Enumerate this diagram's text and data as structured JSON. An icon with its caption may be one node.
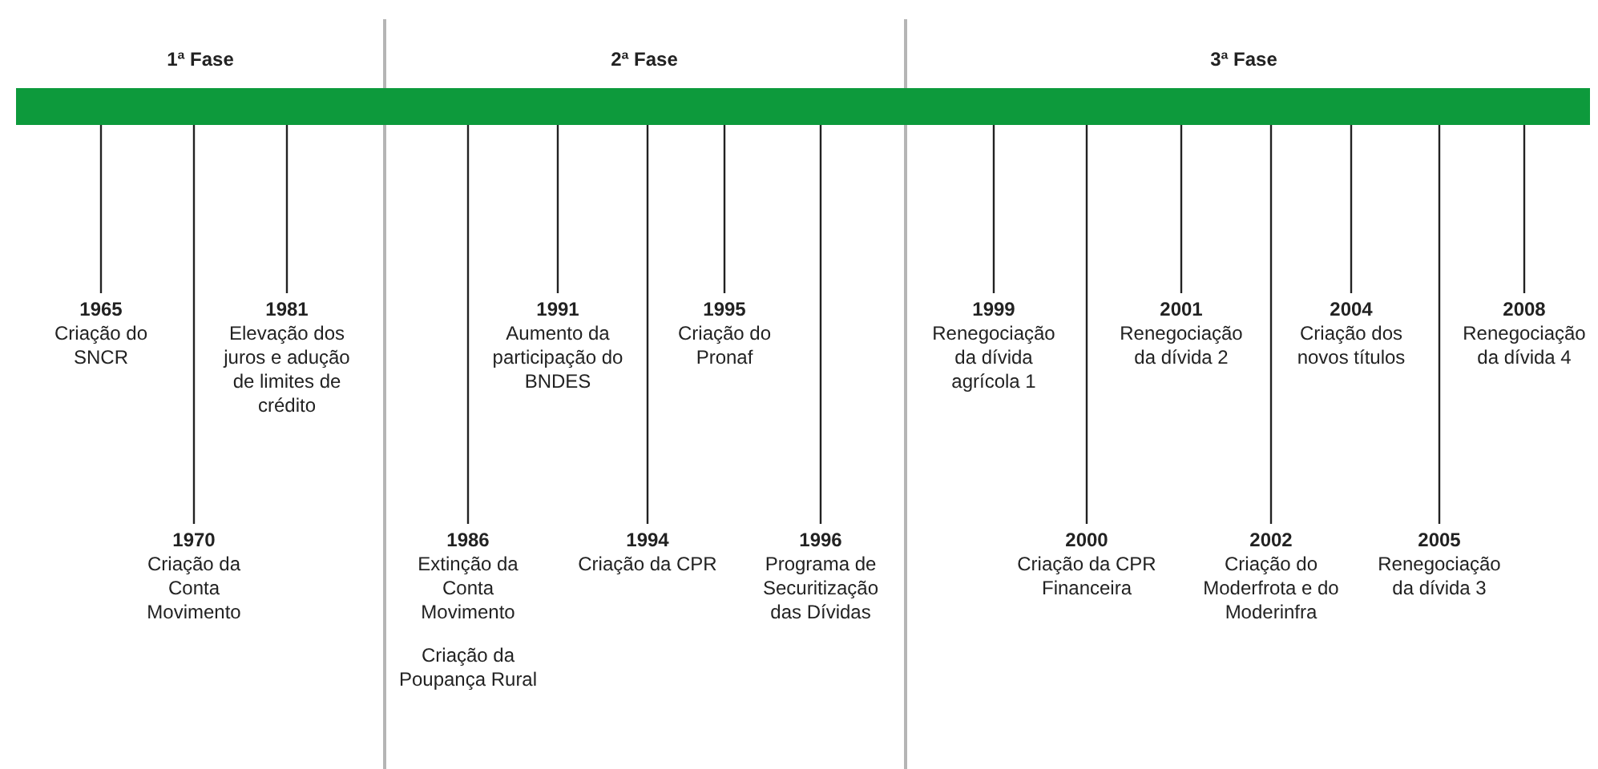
{
  "diagram": {
    "nodes": [
      {
        "text": [],
        "shape": "bar"
      },
      {
        "text": [
          "1965",
          "Criação do SNCR"
        ]
      },
      {
        "text": [
          "1970",
          "Criação da Conta Movimento"
        ]
      },
      {
        "text": [
          "1981",
          "Elevação dos juros e adução de limites de crédito"
        ]
      },
      {
        "text": [
          "1986",
          "Extinção da Conta Movimento",
          "Criação da Poupança Rural"
        ]
      },
      {
        "text": [
          "1991",
          "Aumento da participação do BNDES"
        ]
      },
      {
        "text": [
          "1994",
          "Criação da CPR"
        ]
      },
      {
        "text": [
          "1995",
          "Criação do Pronaf"
        ]
      },
      {
        "text": [
          "1996",
          "Programa de Securitização das Dívidas"
        ]
      },
      {
        "text": [
          "1999",
          "Renegociação da dívida agrícola 1"
        ]
      },
      {
        "text": [
          "2000",
          "Criação da CPR Financeira"
        ]
      },
      {
        "text": [
          "2001",
          "Renegociação da dívida 2"
        ]
      },
      {
        "text": [
          "2002",
          "Criação do Moderfrota e do Moderinfra"
        ]
      },
      {
        "text": [
          "2004",
          "Criação dos novos títulos"
        ]
      },
      {
        "text": [
          "2005",
          "Renegociação da dívida 3"
        ]
      },
      {
        "text": [
          "2008",
          "Renegociação da dívida 4"
        ]
      }
    ],
    "edges": [
      {
        "from": 0,
        "to": 1,
        "arrow": "none"
      },
      {
        "from": 0,
        "to": 2,
        "arrow": "none"
      },
      {
        "from": 0,
        "to": 3,
        "arrow": "none"
      },
      {
        "from": 0,
        "to": 4,
        "arrow": "none"
      },
      {
        "from": 0,
        "to": 5,
        "arrow": "none"
      },
      {
        "from": 0,
        "to": 6,
        "arrow": "none"
      },
      {
        "from": 0,
        "to": 7,
        "arrow": "none"
      },
      {
        "from": 0,
        "to": 8,
        "arrow": "none"
      },
      {
        "from": 0,
        "to": 9,
        "arrow": "none"
      },
      {
        "from": 0,
        "to": 10,
        "arrow": "none"
      },
      {
        "from": 0,
        "to": 11,
        "arrow": "none"
      },
      {
        "from": 0,
        "to": 12,
        "arrow": "none"
      },
      {
        "from": 0,
        "to": 13,
        "arrow": "none"
      },
      {
        "from": 0,
        "to": 14,
        "arrow": "none"
      },
      {
        "from": 0,
        "to": 15,
        "arrow": "none"
      }
    ],
    "labels": [
      "1ª Fase",
      "2ª Fase",
      "3ª Fase"
    ]
  }
}
